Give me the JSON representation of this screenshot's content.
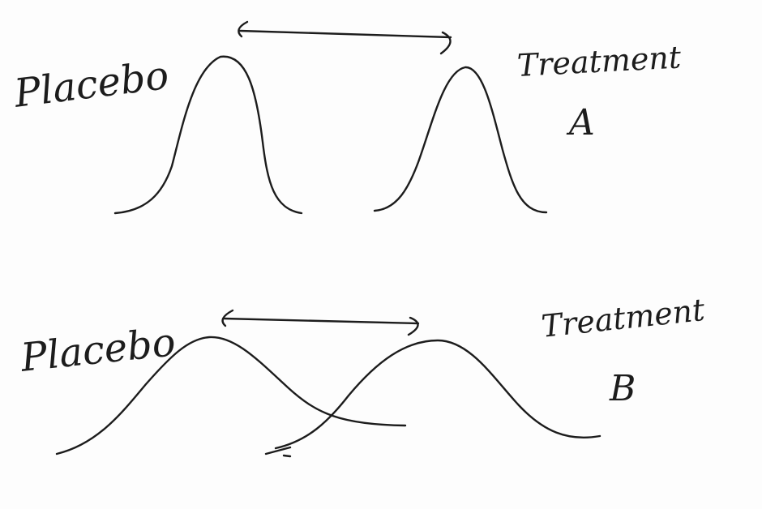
{
  "panels": [
    {
      "id": "top",
      "left_label": "Placebo",
      "right_label_line1": "Treatment",
      "right_label_line2": "A"
    },
    {
      "id": "bottom",
      "left_label": "Placebo",
      "right_label_line1": "Treatment",
      "right_label_line2": "B"
    }
  ],
  "colors": {
    "ink": "#1c1c1c",
    "paper": "#fdfdfd"
  }
}
